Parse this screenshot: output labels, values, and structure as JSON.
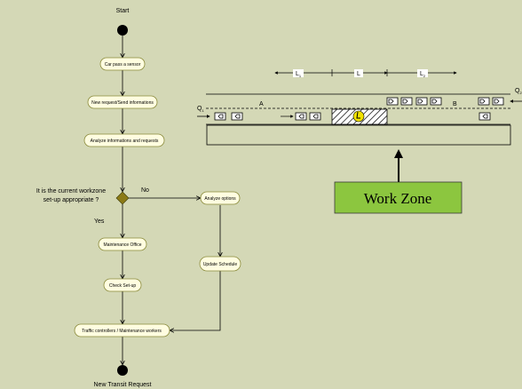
{
  "flow": {
    "start": "Start",
    "end": "New Transit Request",
    "car_sensor": "Car pass a sensor",
    "new_request": "New request/Send informations",
    "analyze_info": "Analyze informations and requests",
    "decision_q": "It is the current workzone set-up appropriate ?",
    "decision_q_line1": "It is the current workzone",
    "decision_q_line2": "set-up appropriate ?",
    "no": "No",
    "yes": "Yes",
    "analyze_options": "Analyze options",
    "maintenance_office": "Maintenance Office",
    "update_schedule": "Update Schedule",
    "check_setup": "Check Set-up",
    "traffic_controllers": "Traffic controllers / Maintenance workers"
  },
  "road": {
    "lane_a": "A",
    "lane_b": "B",
    "l1": "L",
    "l1_sub": "1",
    "l": "L",
    "l2": "L",
    "l2_sub": "2",
    "q1": "Q",
    "q1_sub": "1",
    "q2": "Q",
    "q2_sub": "2",
    "work_zone": "Work Zone",
    "work_zone_color": "#8cc63f"
  }
}
